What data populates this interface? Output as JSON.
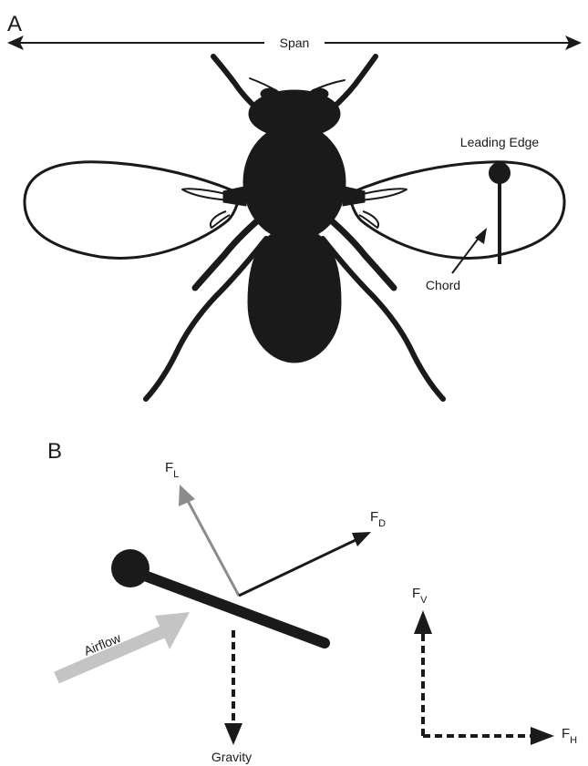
{
  "panel_a": {
    "letter": "A",
    "span_label": "Span",
    "leading_edge_label": "Leading Edge",
    "chord_label": "Chord"
  },
  "panel_b": {
    "letter": "B",
    "lift_label": "F",
    "lift_sub": "L",
    "drag_label": "F",
    "drag_sub": "D",
    "airflow_label": "Airflow",
    "gravity_label": "Gravity",
    "vertical_label": "F",
    "vertical_sub": "V",
    "horizontal_label": "F",
    "horizontal_sub": "H"
  },
  "colors": {
    "ink": "#1a1a1a",
    "lift_arrow": "#8c8c8c",
    "airflow_arrow": "#c4c4c4"
  }
}
